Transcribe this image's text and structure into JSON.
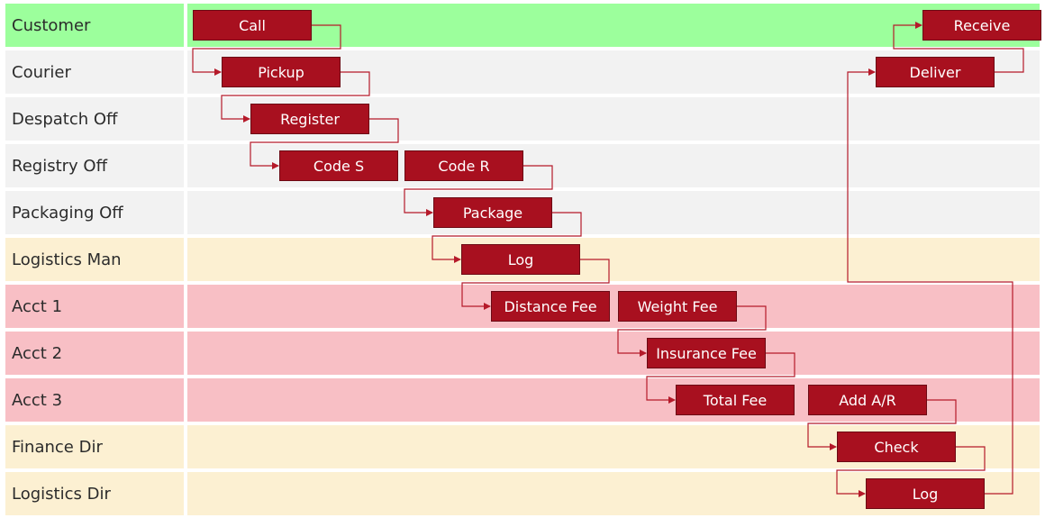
{
  "colors": {
    "customer_lane": "#9cff9c",
    "gray_lane": "#f2f2f2",
    "yellow_lane": "#fcf0d2",
    "pink_lane": "#f8bfc5",
    "task_fill": "#a8101f",
    "task_border": "#6c0a14",
    "connector": "#b51a2a"
  },
  "lanes": [
    {
      "label": "Customer",
      "color": "customer_lane"
    },
    {
      "label": "Courier",
      "color": "gray_lane"
    },
    {
      "label": "Despatch Off",
      "color": "gray_lane"
    },
    {
      "label": "Registry Off",
      "color": "gray_lane"
    },
    {
      "label": "Packaging Off",
      "color": "gray_lane"
    },
    {
      "label": "Logistics Man",
      "color": "yellow_lane"
    },
    {
      "label": "Acct 1",
      "color": "pink_lane"
    },
    {
      "label": "Acct 2",
      "color": "pink_lane"
    },
    {
      "label": "Acct 3",
      "color": "pink_lane"
    },
    {
      "label": "Finance Dir",
      "color": "yellow_lane"
    },
    {
      "label": "Logistics Dir",
      "color": "yellow_lane"
    }
  ],
  "tasks": [
    {
      "id": "call",
      "label": "Call",
      "lane": "Customer"
    },
    {
      "id": "pickup",
      "label": "Pickup",
      "lane": "Courier"
    },
    {
      "id": "register",
      "label": "Register",
      "lane": "Despatch Off"
    },
    {
      "id": "code_s",
      "label": "Code S",
      "lane": "Registry Off"
    },
    {
      "id": "code_r",
      "label": "Code R",
      "lane": "Registry Off"
    },
    {
      "id": "package",
      "label": "Package",
      "lane": "Packaging Off"
    },
    {
      "id": "log_man",
      "label": "Log",
      "lane": "Logistics Man"
    },
    {
      "id": "distance_fee",
      "label": "Distance Fee",
      "lane": "Acct 1"
    },
    {
      "id": "weight_fee",
      "label": "Weight Fee",
      "lane": "Acct 1"
    },
    {
      "id": "insurance_fee",
      "label": "Insurance Fee",
      "lane": "Acct 2"
    },
    {
      "id": "total_fee",
      "label": "Total Fee",
      "lane": "Acct 3"
    },
    {
      "id": "add_ar",
      "label": "Add A/R",
      "lane": "Acct 3"
    },
    {
      "id": "check",
      "label": "Check",
      "lane": "Finance Dir"
    },
    {
      "id": "log_dir",
      "label": "Log",
      "lane": "Logistics Dir"
    },
    {
      "id": "deliver",
      "label": "Deliver",
      "lane": "Courier"
    },
    {
      "id": "receive",
      "label": "Receive",
      "lane": "Customer"
    }
  ],
  "flows": [
    [
      "call",
      "pickup"
    ],
    [
      "pickup",
      "register"
    ],
    [
      "register",
      "code_s"
    ],
    [
      "code_r",
      "package"
    ],
    [
      "package",
      "log_man"
    ],
    [
      "log_man",
      "distance_fee"
    ],
    [
      "weight_fee",
      "insurance_fee"
    ],
    [
      "insurance_fee",
      "total_fee"
    ],
    [
      "add_ar",
      "check"
    ],
    [
      "check",
      "log_dir"
    ],
    [
      "log_dir",
      "deliver"
    ],
    [
      "deliver",
      "receive"
    ]
  ]
}
